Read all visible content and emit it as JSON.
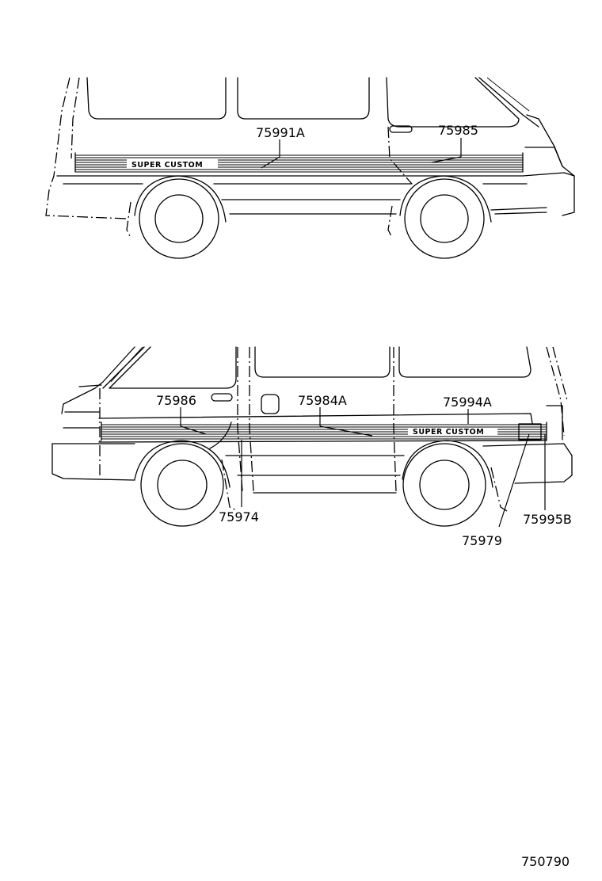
{
  "top_view": {
    "callouts": [
      "75991A",
      "75985"
    ],
    "badge_text": "SUPER CUSTOM"
  },
  "bottom_view": {
    "callouts": [
      "75986",
      "75984A",
      "75994A",
      "75974",
      "75979",
      "75995B"
    ],
    "badge_text": "SUPER CUSTOM"
  },
  "diagram_id": "750790"
}
